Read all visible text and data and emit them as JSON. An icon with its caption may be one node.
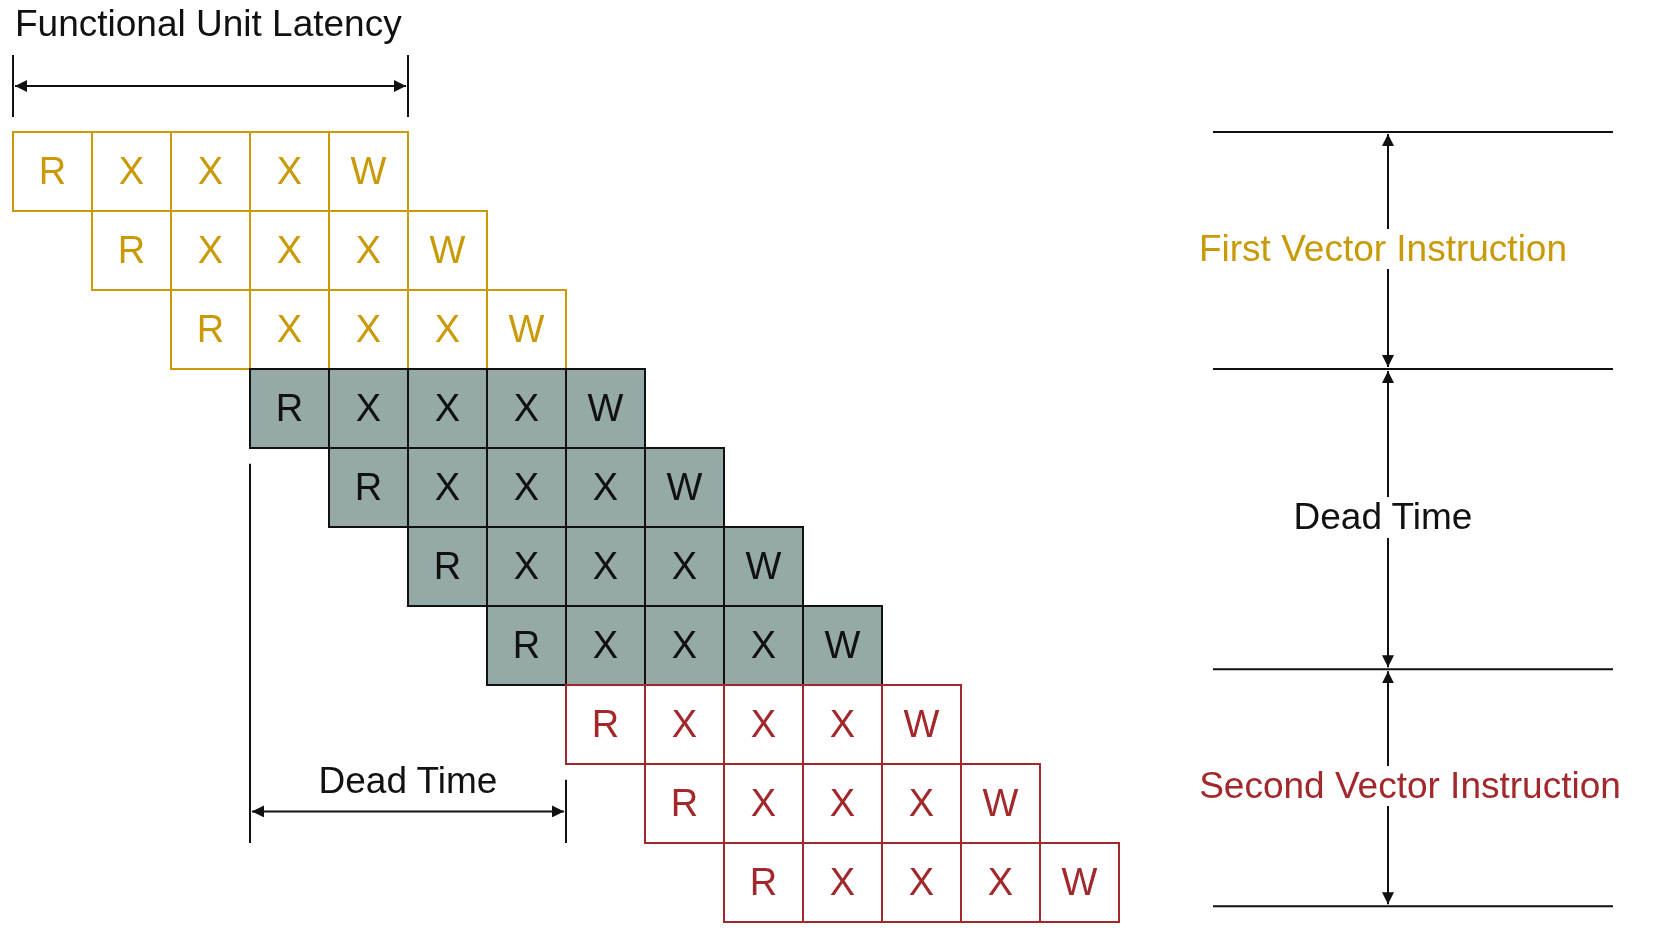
{
  "diagram": {
    "nodes": [
      {
        "text": [
          "R"
        ]
      },
      {
        "text": [
          "X"
        ]
      },
      {
        "text": [
          "X"
        ]
      },
      {
        "text": [
          "X"
        ]
      },
      {
        "text": [
          "W"
        ]
      },
      {
        "text": [
          "R"
        ]
      },
      {
        "text": [
          "X"
        ]
      },
      {
        "text": [
          "X"
        ]
      },
      {
        "text": [
          "X"
        ]
      },
      {
        "text": [
          "W"
        ]
      },
      {
        "text": [
          "R"
        ]
      },
      {
        "text": [
          "X"
        ]
      },
      {
        "text": [
          "X"
        ]
      },
      {
        "text": [
          "X"
        ]
      },
      {
        "text": [
          "W"
        ]
      },
      {
        "text": [
          "R"
        ]
      },
      {
        "text": [
          "X"
        ]
      },
      {
        "text": [
          "X"
        ]
      },
      {
        "text": [
          "X"
        ]
      },
      {
        "text": [
          "W"
        ]
      },
      {
        "text": [
          "R"
        ]
      },
      {
        "text": [
          "X"
        ]
      },
      {
        "text": [
          "X"
        ]
      },
      {
        "text": [
          "X"
        ]
      },
      {
        "text": [
          "W"
        ]
      },
      {
        "text": [
          "R"
        ]
      },
      {
        "text": [
          "X"
        ]
      },
      {
        "text": [
          "X"
        ]
      },
      {
        "text": [
          "X"
        ]
      },
      {
        "text": [
          "W"
        ]
      },
      {
        "text": [
          "R"
        ]
      },
      {
        "text": [
          "X"
        ]
      },
      {
        "text": [
          "X"
        ]
      },
      {
        "text": [
          "X"
        ]
      },
      {
        "text": [
          "W"
        ]
      },
      {
        "text": [
          "R"
        ]
      },
      {
        "text": [
          "X"
        ]
      },
      {
        "text": [
          "X"
        ]
      },
      {
        "text": [
          "X"
        ]
      },
      {
        "text": [
          "W"
        ]
      },
      {
        "text": [
          "R"
        ]
      },
      {
        "text": [
          "X"
        ]
      },
      {
        "text": [
          "X"
        ]
      },
      {
        "text": [
          "X"
        ]
      },
      {
        "text": [
          "W"
        ]
      },
      {
        "text": [
          "R"
        ]
      },
      {
        "text": [
          "X"
        ]
      },
      {
        "text": [
          "X"
        ]
      },
      {
        "text": [
          "X"
        ]
      },
      {
        "text": [
          "W"
        ]
      }
    ],
    "labels": [
      "Functional Unit Latency",
      "First Vector Instruction",
      "Dead Time",
      "Dead Time",
      "Second Vector Instruction"
    ]
  }
}
